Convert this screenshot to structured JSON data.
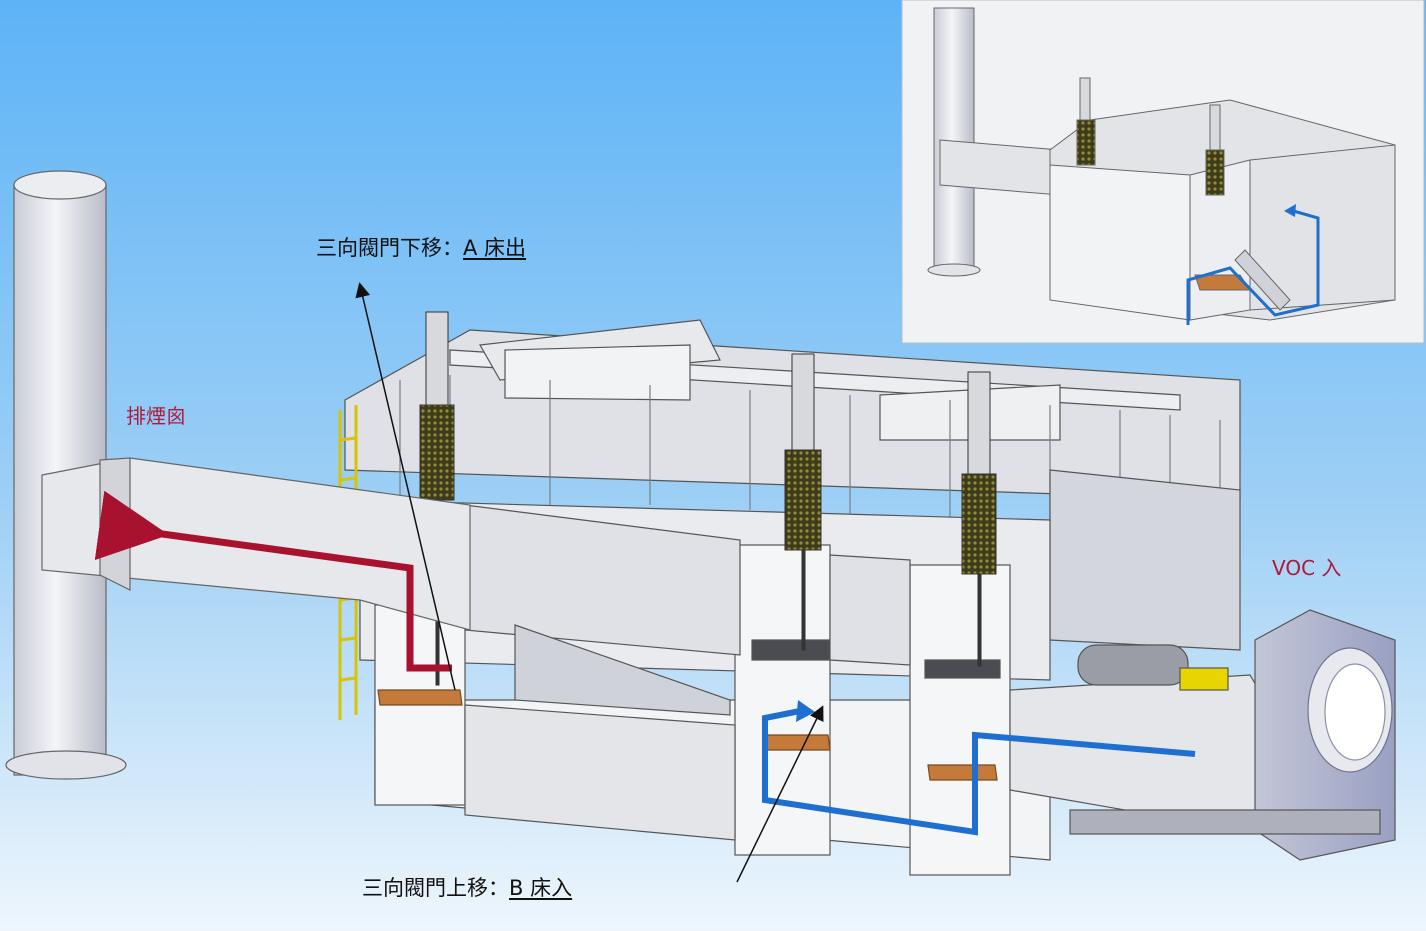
{
  "labels": {
    "chimney": "排煙囪",
    "voc_inlet": "VOC 入",
    "valve_down_prefix": "三向閥門下移：",
    "valve_down_bed": "A 床出",
    "valve_up_prefix": "三向閥門上移：",
    "valve_up_bed": "B 床入"
  },
  "colors": {
    "background_top": "#7fc2f6",
    "background_bottom": "#e6f2fb",
    "outlet_flow": "#a8122e",
    "inlet_flow": "#1e6fd0",
    "label_red": "#b0183a",
    "steel": "#d7d9de",
    "actuator": "#6b6a2a"
  },
  "icons": {
    "outlet_arrow": "arrow-left-icon",
    "inlet_arrow": "arrow-up-icon"
  },
  "inset": {
    "description_hidden": true
  }
}
